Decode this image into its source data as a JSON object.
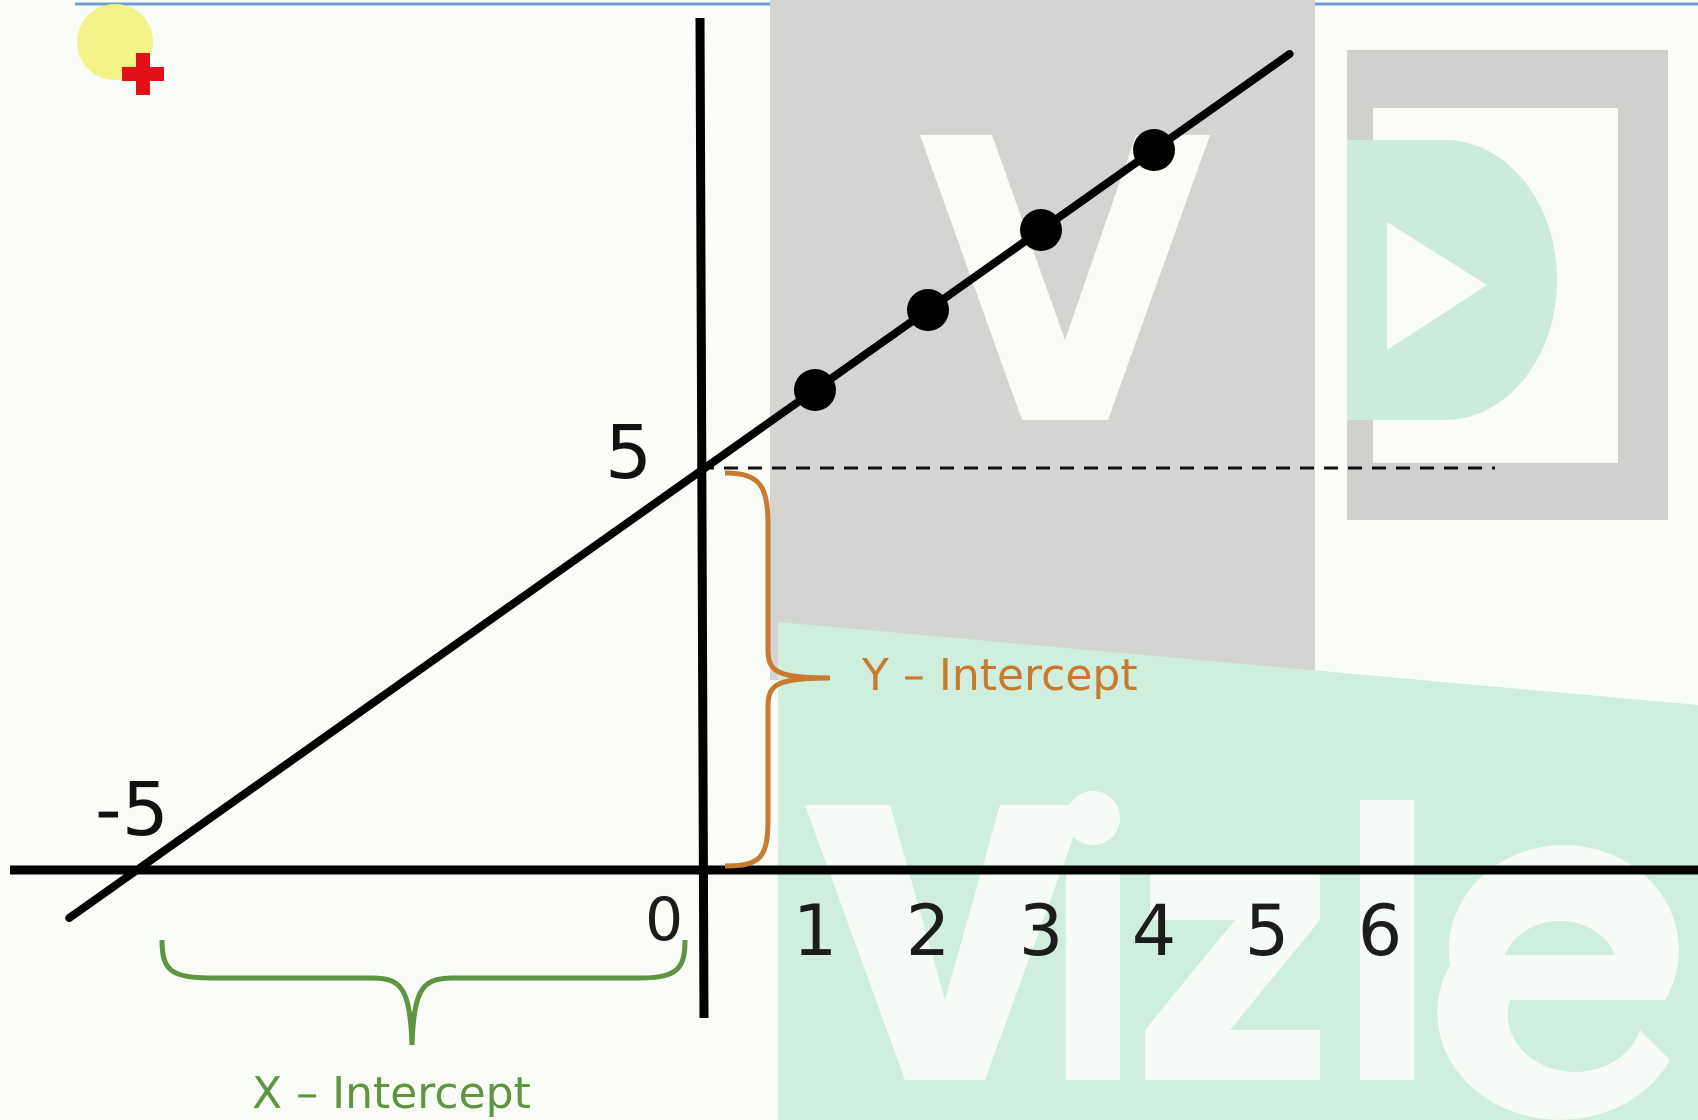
{
  "diagram": {
    "y_intercept_value": "5",
    "x_intercept_value": "-5",
    "origin_label": "0",
    "x_ticks": [
      "1",
      "2",
      "3",
      "4",
      "5",
      "6"
    ],
    "y_intercept_label": "Y – Intercept",
    "x_intercept_label": "X – Intercept",
    "line": {
      "slope": 1,
      "intercept": 5,
      "x_range": [
        -5.6,
        5.2
      ]
    },
    "points": [
      {
        "x": 1,
        "y": 6
      },
      {
        "x": 2,
        "y": 7
      },
      {
        "x": 3,
        "y": 8
      },
      {
        "x": 4,
        "y": 9
      }
    ]
  },
  "colors": {
    "line": "#000000",
    "y_intercept": "#c87a2e",
    "x_intercept": "#5f9440",
    "watermark_gray": "#d4d5d3",
    "watermark_mint": "#cceedd"
  },
  "watermark": {
    "brand": "Vizle",
    "logo_letter": "V",
    "icon": "play-icon"
  },
  "cursor": {
    "icon": "red-cross-cursor-icon"
  }
}
